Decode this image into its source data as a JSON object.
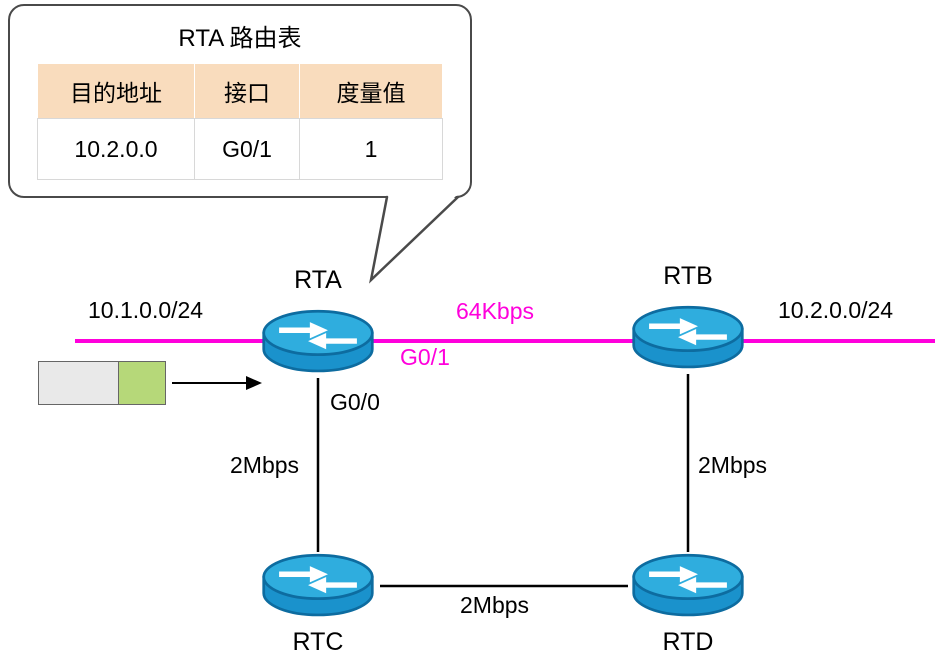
{
  "callout": {
    "title": "RTA 路由表",
    "table": {
      "headers": [
        "目的地址",
        "接口",
        "度量值"
      ],
      "rows": [
        [
          "10.2.0.0",
          "G0/1",
          "1"
        ]
      ]
    }
  },
  "routers": [
    {
      "label": "RTA"
    },
    {
      "label": "RTB"
    },
    {
      "label": "RTC"
    },
    {
      "label": "RTD"
    }
  ],
  "labels": {
    "left_network": "10.1.0.0/24",
    "right_network": "10.2.0.0/24",
    "rta_rtb_bandwidth": "64Kbps",
    "rta_wan_interface": "G0/1",
    "rta_lan_interface": "G0/0",
    "rta_rtc_bandwidth": "2Mbps",
    "rtb_rtd_bandwidth": "2Mbps",
    "rtc_rtd_bandwidth": "2Mbps"
  },
  "colors": {
    "slow_link": "#ff00dc",
    "normal_link": "#000000",
    "router_top": "#2fadde",
    "router_body": "#1a92cc",
    "router_outline": "#0d6ca0",
    "table_header_bg": "#f9dcbd",
    "packet_gray": "#e9e9e9",
    "packet_green": "#b6d879",
    "callout_border": "#4a4a4a"
  }
}
